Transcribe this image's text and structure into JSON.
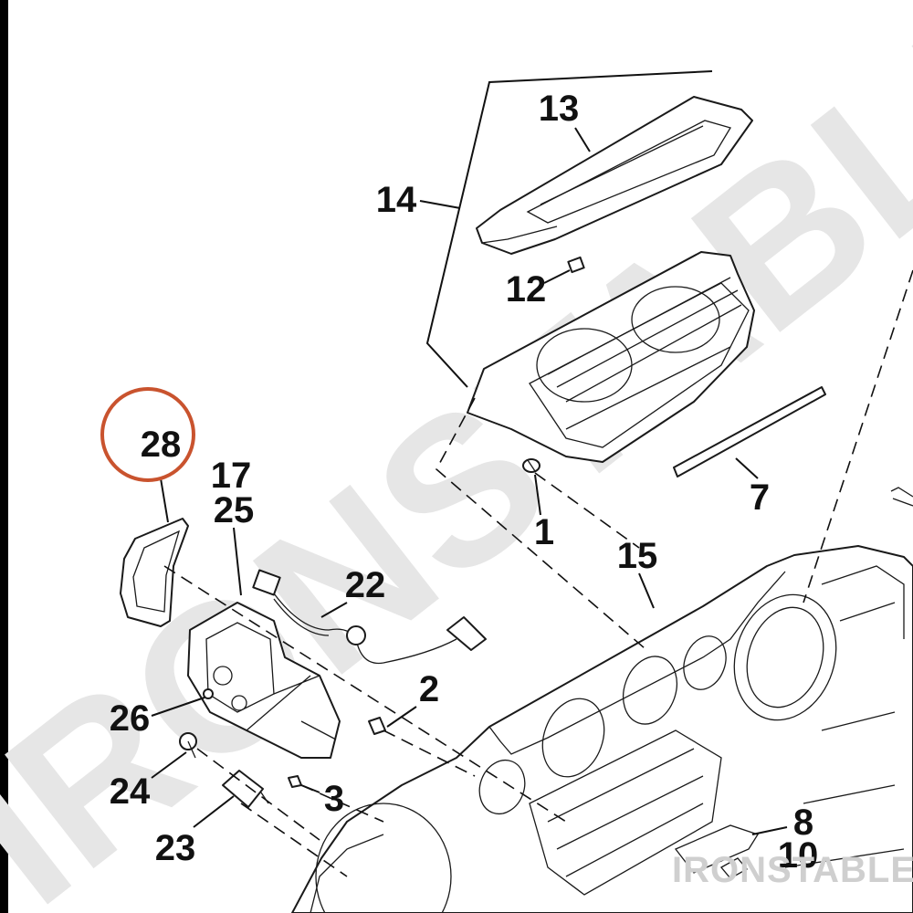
{
  "diagram": {
    "callouts": {
      "c1": "1",
      "c2": "2",
      "c3": "3",
      "c7": "7",
      "c8": "8",
      "c10": "10",
      "c12": "12",
      "c13": "13",
      "c14": "14",
      "c15": "15",
      "c17": "17",
      "c22": "22",
      "c23": "23",
      "c24": "24",
      "c25": "25",
      "c26": "26",
      "c28": "28"
    },
    "highlight_color": "#c9532e"
  },
  "watermark": {
    "large_text": "IRONSTABLE",
    "corner_text": "IRONSTABLE"
  }
}
